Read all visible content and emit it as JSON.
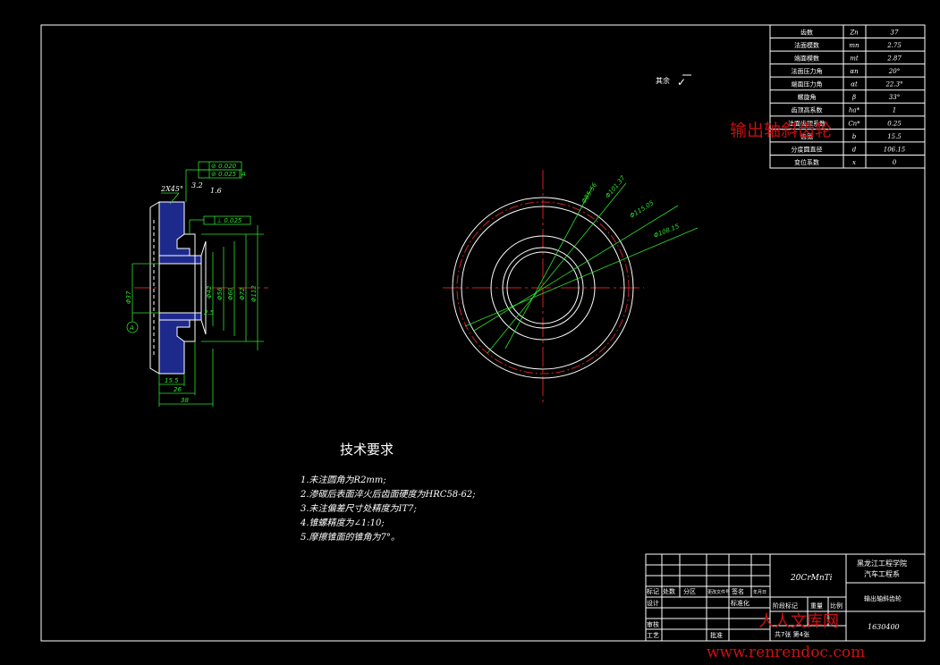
{
  "param_table": {
    "rows": [
      {
        "name": "齿数",
        "sym": "Zn",
        "val": "37"
      },
      {
        "name": "法面模数",
        "sym": "mn",
        "val": "2.75"
      },
      {
        "name": "端面模数",
        "sym": "mt",
        "val": "2.87"
      },
      {
        "name": "法面压力角",
        "sym": "αn",
        "val": "20°"
      },
      {
        "name": "端面压力角",
        "sym": "αt",
        "val": "22.3°"
      },
      {
        "name": "螺旋角",
        "sym": "β",
        "val": "33°"
      },
      {
        "name": "齿顶高系数",
        "sym": "ha*",
        "val": "1"
      },
      {
        "name": "法面齿顶系数",
        "sym": "Cn*",
        "val": "0.25"
      },
      {
        "name": "齿宽",
        "sym": "b",
        "val": "15.5"
      },
      {
        "name": "分度圆直径",
        "sym": "d",
        "val": "106.15"
      },
      {
        "name": "变位系数",
        "sym": "x",
        "val": "0"
      }
    ]
  },
  "surface_note": {
    "label": "其余",
    "symbol": "✓"
  },
  "section_view": {
    "chamfer": "2X45°",
    "rough_a": "3.2",
    "rough_b": "1.6",
    "tol_1": "⊘ 0.020",
    "tol_2": "⊘ 0.025",
    "tol_3": "⊥ 0.025",
    "datum": "A",
    "dim_bore": "Φ37",
    "dim_d1": "Φ42",
    "dim_d2": "Φ56",
    "dim_d3": "Φ60",
    "dim_d4": "Φ72",
    "dim_d5": "Φ112",
    "dim_r": "2.5",
    "dim_w1": "15.5",
    "dim_w2": "26",
    "dim_w3": "38"
  },
  "front_view": {
    "dims": [
      "Φ85.56",
      "Φ101.37",
      "Φ115.05",
      "Φ108.15"
    ]
  },
  "tech_req": {
    "title": "技术要求",
    "items": [
      "1.未注圆角为R2mm;",
      "2.渗碳后表面淬火后齿面硬度为HRC58-62;",
      "3.未注偏差尺寸处精度为IT7;",
      "4.锥螺精度为∠1:10;",
      "5.摩擦锥面的锥角为7°。"
    ]
  },
  "title_block": {
    "material": "20CrMnTi",
    "school": "黑龙江工程学院",
    "dept": "汽车工程系",
    "part_name": "输出轴斜齿轮",
    "drawing_no": "1630400",
    "h_mark": "标记",
    "h_count": "处数",
    "h_zone": "分区",
    "h_docno": "更改文件号",
    "h_sign": "签名",
    "h_date": "年月日",
    "h_design": "设计",
    "h_std": "标准化",
    "h_stage": "阶段标记",
    "h_weight": "重量",
    "h_scale": "比例",
    "h_review": "审核",
    "h_process": "工艺",
    "h_approve": "批准",
    "sheets": "共7张 第4张"
  },
  "watermarks": {
    "wm1": "输出轴斜齿轮",
    "wm2": "人人文库网",
    "wm3": "www.renrendoc.com"
  }
}
